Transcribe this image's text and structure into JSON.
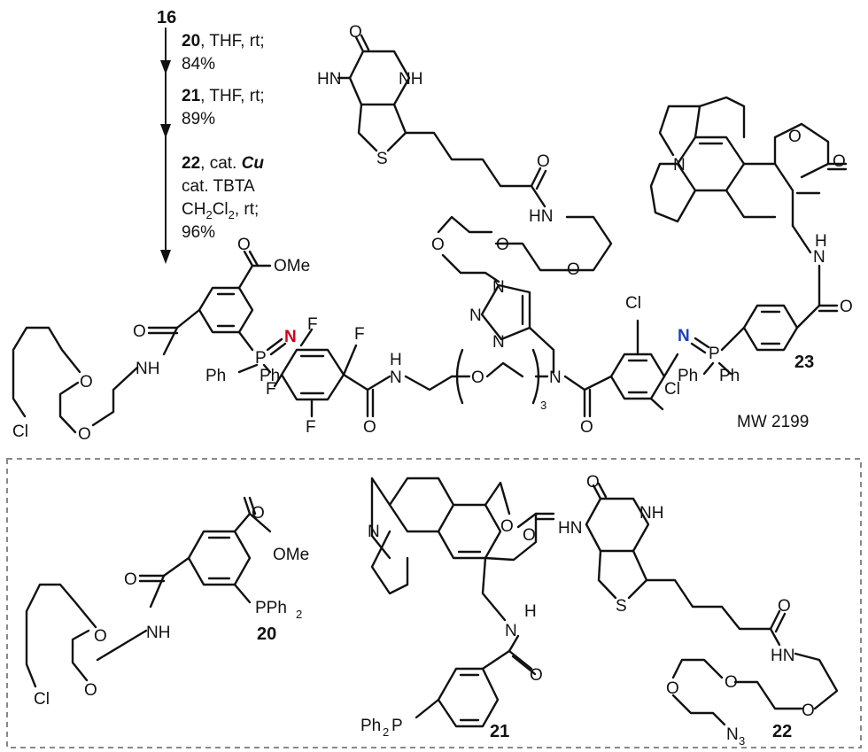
{
  "scheme": {
    "start_compound": "16",
    "steps": [
      {
        "reagent": "20",
        "line1_rest": ", THF, rt;",
        "yield": "84%"
      },
      {
        "reagent": "21",
        "line1_rest": ", THF, rt;",
        "yield": "89%"
      },
      {
        "reagent": "22",
        "line1_mid": ", cat. ",
        "metal": "Cu",
        "line2": "cat. TBTA",
        "line3_a": "CH",
        "line3_sub1": "2",
        "line3_b": "Cl",
        "line3_sub2": "2",
        "line3_c": ", rt;",
        "yield": "96%"
      }
    ]
  },
  "product": {
    "label": "23",
    "mw": "MW 2199",
    "atoms": {
      "o": "O",
      "nh": "NH",
      "hn": "HN",
      "s": "S",
      "n": "N",
      "h": "H",
      "f": "F",
      "cl": "Cl",
      "ph": "Ph",
      "p": "P",
      "ome": "OMe"
    },
    "repeat_subscript": "3"
  },
  "reagents": {
    "r20": {
      "label": "20",
      "pph": "PPh",
      "pph_sub": "2"
    },
    "r21": {
      "label": "21",
      "ph": "Ph",
      "ph_sub": "2",
      "p": "P"
    },
    "r22": {
      "label": "22",
      "n3": "N",
      "n3_sub": "3"
    }
  },
  "colors": {
    "imine_n_red": "#d0021b",
    "imine_n_blue": "#1a3fc4",
    "frame": "#888888"
  }
}
